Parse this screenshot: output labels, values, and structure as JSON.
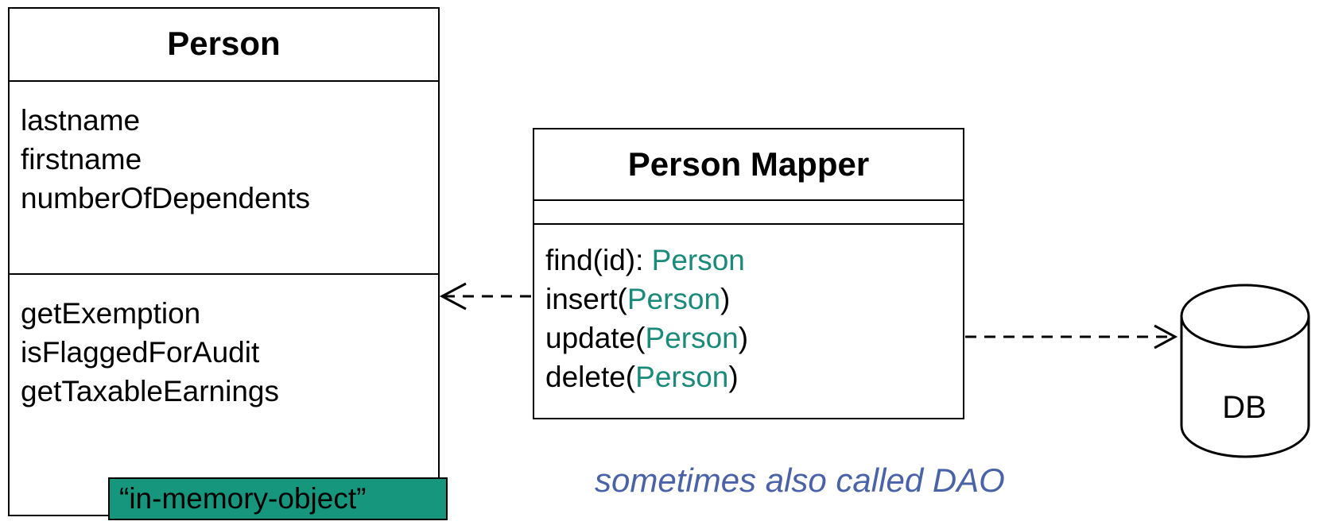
{
  "person": {
    "title": "Person",
    "attributes": [
      "lastname",
      "firstname",
      "numberOfDependents"
    ],
    "methods": [
      "getExemption",
      "isFlaggedForAudit",
      "getTaxableEarnings"
    ],
    "note": "“in-memory-object”"
  },
  "mapper": {
    "title": "Person Mapper",
    "methods": [
      {
        "name": "find(id): ",
        "type": "Person",
        "close": ""
      },
      {
        "name": "insert(",
        "type": "Person",
        "close": ")"
      },
      {
        "name": "update(",
        "type": "Person",
        "close": ")"
      },
      {
        "name": "delete(",
        "type": "Person",
        "close": ")"
      }
    ]
  },
  "db": {
    "label": "DB"
  },
  "caption": "sometimes also called DAO",
  "colors": {
    "type_accent": "#1a8a7a",
    "note_fill": "#16967d",
    "caption": "#4a62a8"
  }
}
